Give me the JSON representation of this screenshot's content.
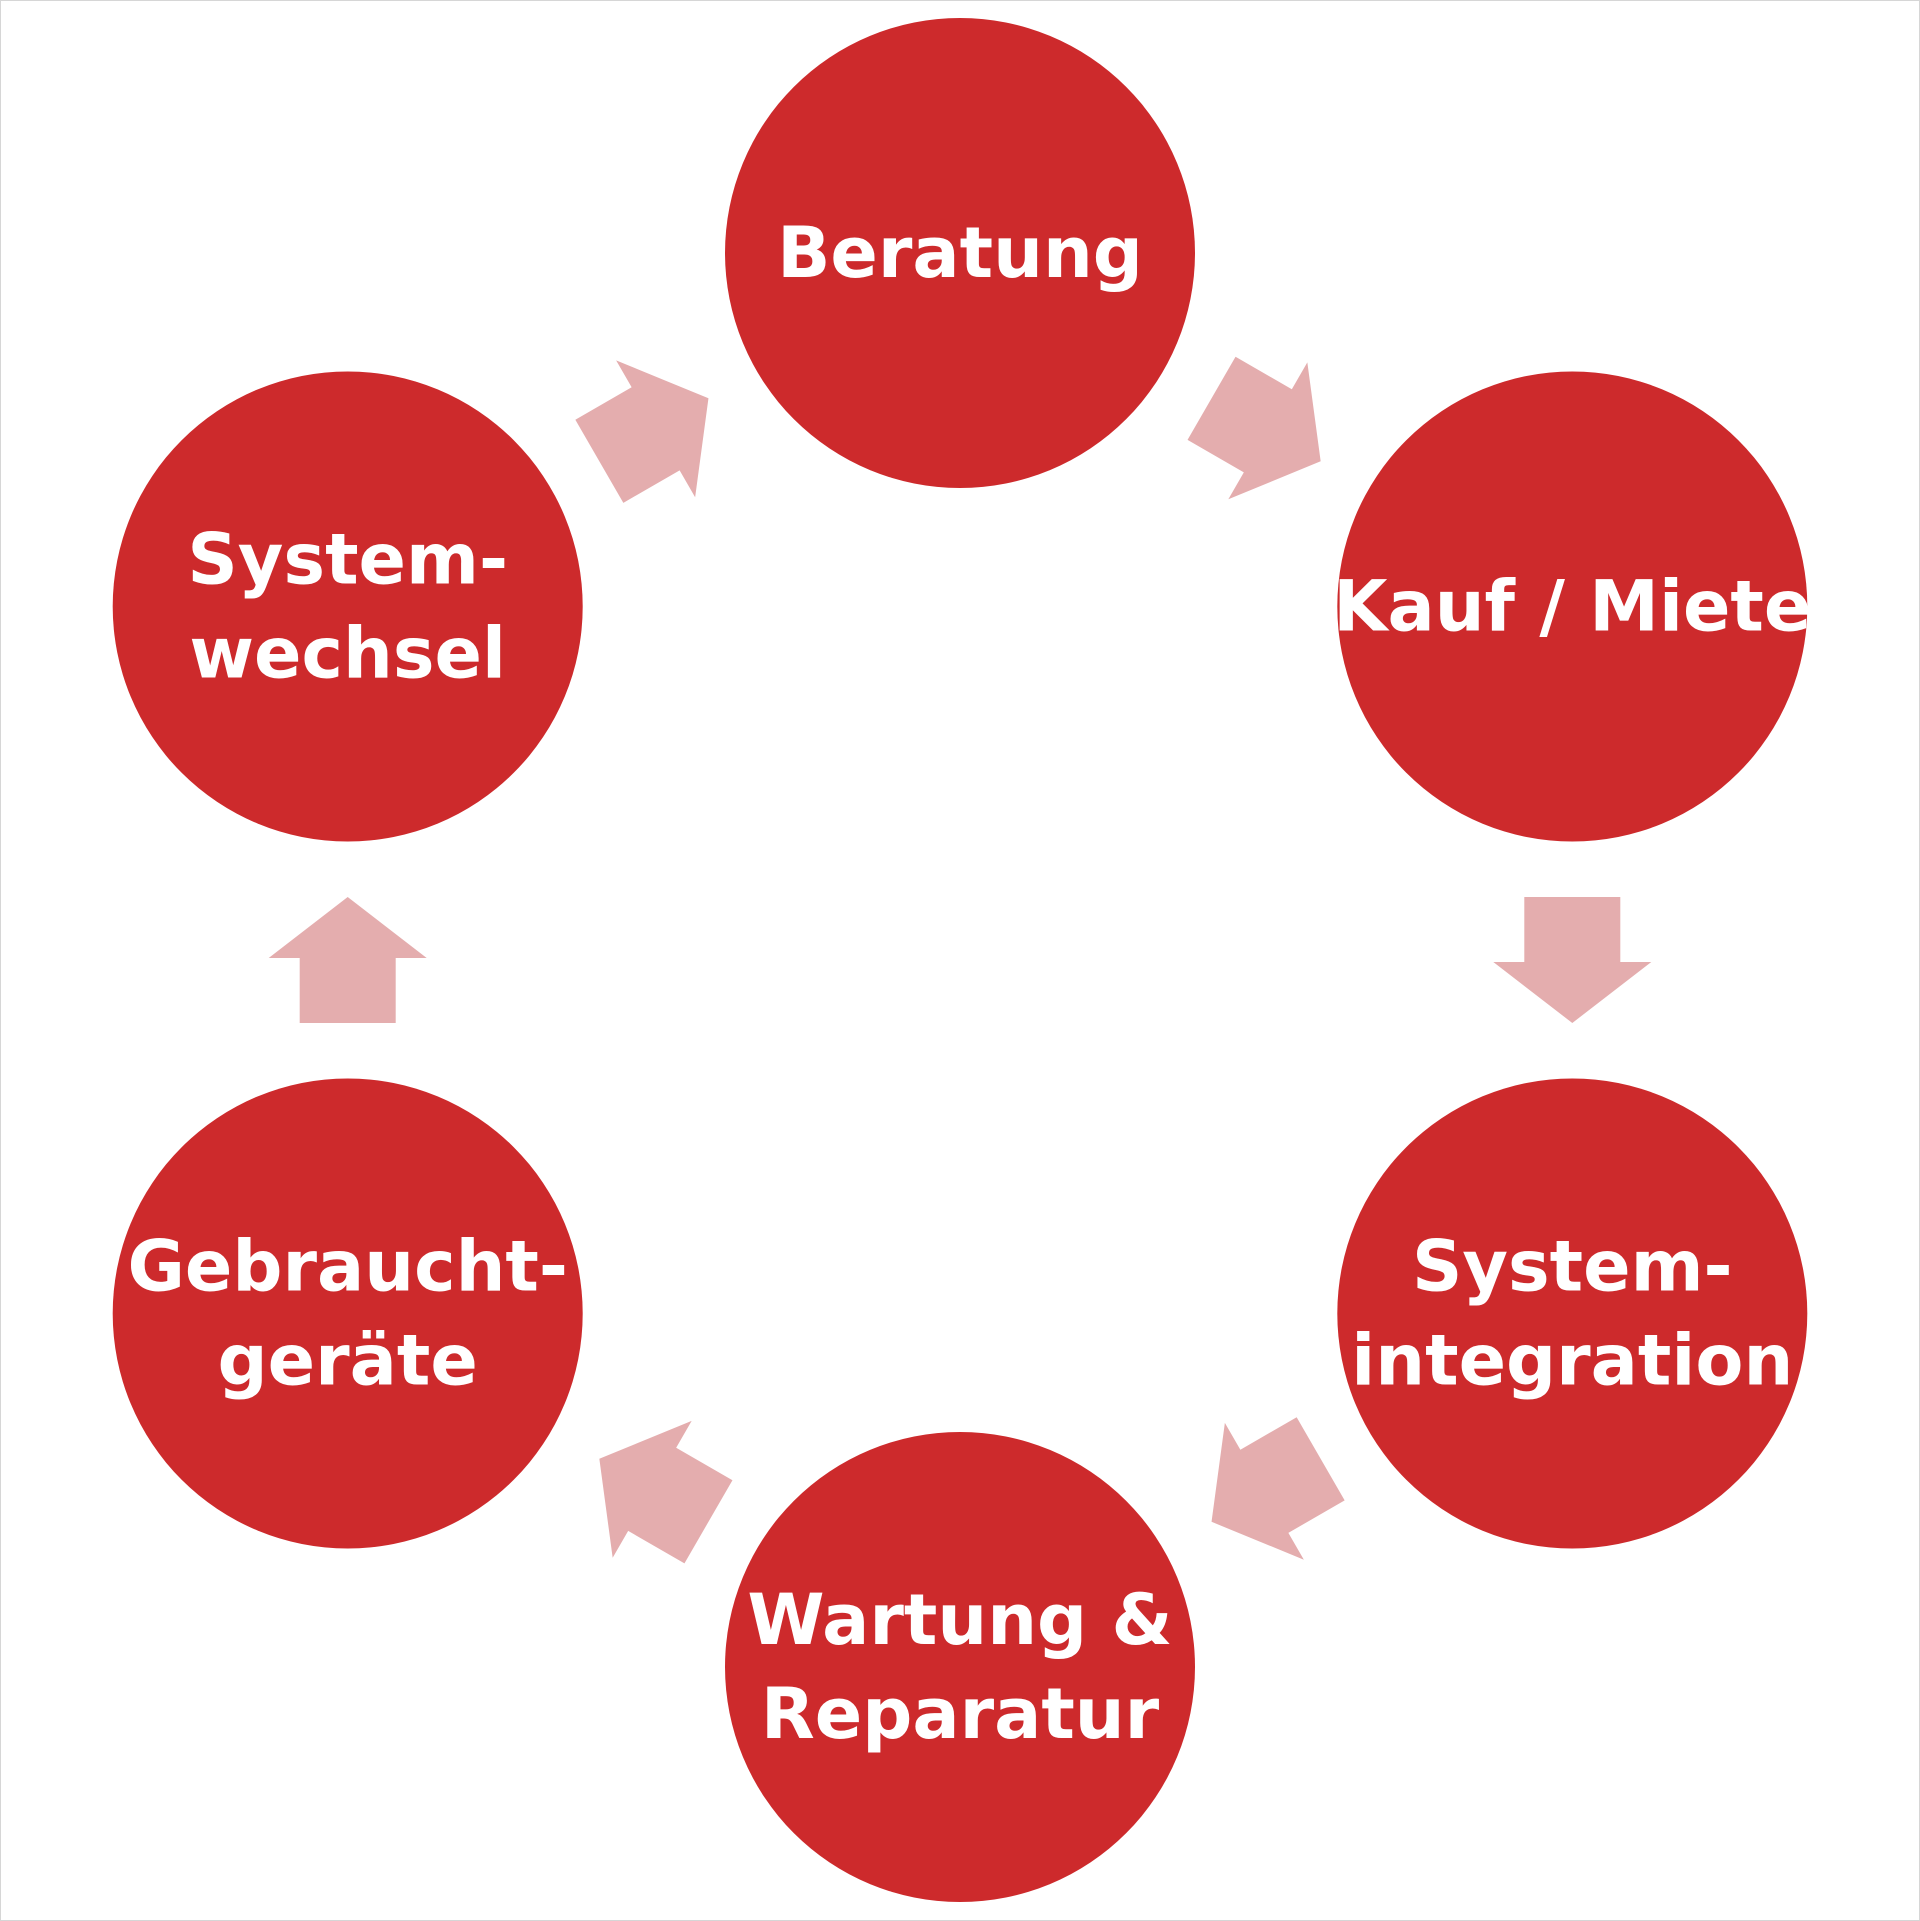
{
  "colors": {
    "node_fill": "#cd2a2c",
    "arrow_fill": "#e4adae",
    "label_color": "#ffffff",
    "background": "#ffffff"
  },
  "nodes": [
    {
      "id": "beratung",
      "lines": [
        "Beratung"
      ]
    },
    {
      "id": "kauf-miete",
      "lines": [
        "Kauf / Miete"
      ]
    },
    {
      "id": "systemintegration",
      "lines": [
        "System-",
        "integration"
      ]
    },
    {
      "id": "wartung-reparatur",
      "lines": [
        "Wartung &",
        "Reparatur"
      ]
    },
    {
      "id": "gebrauchtgeraete",
      "lines": [
        "Gebraucht-",
        "geräte"
      ]
    },
    {
      "id": "systemwechsel",
      "lines": [
        "System-",
        "wechsel"
      ]
    }
  ],
  "edges": [
    {
      "from": "beratung",
      "to": "kauf-miete"
    },
    {
      "from": "kauf-miete",
      "to": "systemintegration"
    },
    {
      "from": "systemintegration",
      "to": "wartung-reparatur"
    },
    {
      "from": "wartung-reparatur",
      "to": "gebrauchtgeraete"
    },
    {
      "from": "gebrauchtgeraete",
      "to": "systemwechsel"
    },
    {
      "from": "systemwechsel",
      "to": "beratung"
    }
  ]
}
